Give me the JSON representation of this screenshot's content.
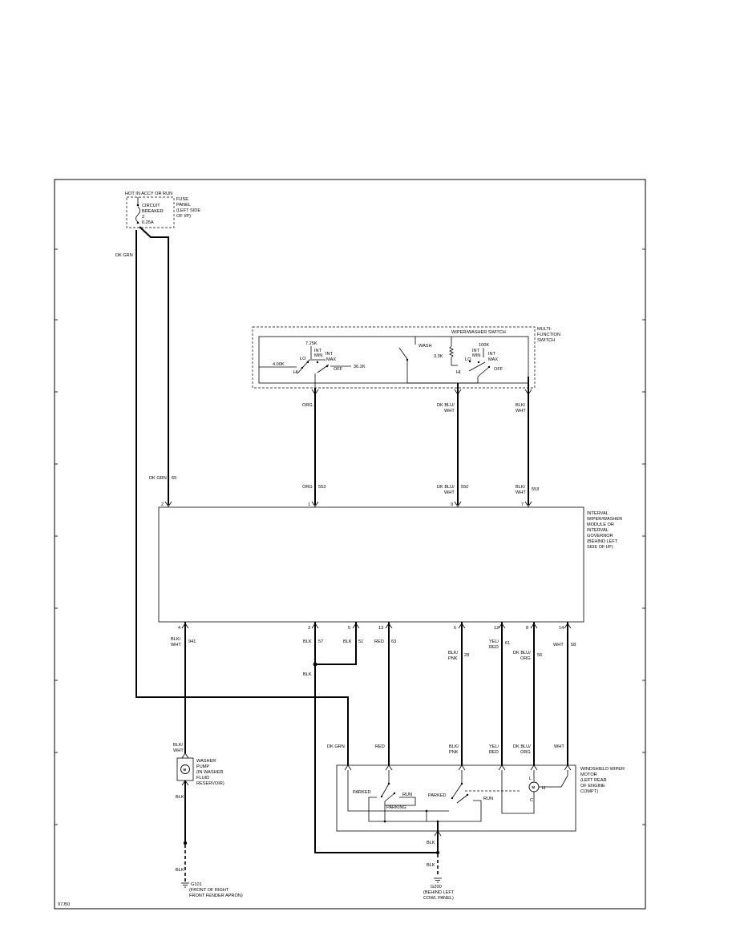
{
  "power": {
    "hot_label": "HOT IN ACCY OR RUN",
    "breaker": [
      "CIRCUIT",
      "BREAKER",
      "2",
      "6.25A"
    ],
    "fuse_panel": [
      "FUSE",
      "PANEL",
      "(LEFT SIDE",
      "OF I/P)"
    ]
  },
  "wires": {
    "dk_grn": "DK GRN",
    "dk_grn_circuit": "65",
    "org": "ORG",
    "org_circuit": "553",
    "dkblu_wht": [
      "DK BLU/",
      "WHT"
    ],
    "dkblu_wht_circuit": "550",
    "blk_wht": [
      "BLK/",
      "WHT"
    ],
    "blk_wht_circuit": "553",
    "washer_feed": [
      "BLK/",
      "WHT"
    ],
    "washer_feed_circuit": "941",
    "blk": "BLK",
    "blk_circuit_a": "57",
    "blk_circuit_b": "51",
    "red": "RED",
    "red_circuit": "63",
    "blk_pnk": [
      "BLK/",
      "PNK"
    ],
    "blk_pnk_circuit": "28",
    "yel_red": [
      "YEL/",
      "RED"
    ],
    "yel_red_circuit": "61",
    "dkblu_org": [
      "DK BLU/",
      "ORG"
    ],
    "dkblu_org_circuit": "56",
    "wht": "WHT",
    "wht_circuit": "58",
    "washer_in": [
      "BLK/",
      "WHT"
    ]
  },
  "switch": {
    "title": "WIPER/WASHER SWITCH",
    "multi": [
      "MULTI-",
      "FUNCTION",
      "SWITCH"
    ],
    "r_725": "7.25K",
    "r_400": "4.00K",
    "r_362": "36.2K",
    "r_33": "3.3K",
    "r_100": "100K",
    "lo": "LO",
    "hi": "HI",
    "int": "INT",
    "min": "MIN",
    "max": "MAX",
    "off": "OFF",
    "wash": "WASH"
  },
  "module": {
    "label": [
      "INTERVAL",
      "WIPER/WASHER",
      "MODULE OR",
      "INTERVAL",
      "GOVERNOR",
      "(BEHIND LEFT",
      "SIDE OF I/P)"
    ],
    "pins_top": [
      "2",
      "1",
      "9",
      "7"
    ],
    "pins_bottom": [
      "4",
      "3",
      "5",
      "13",
      "6",
      "12",
      "8",
      "14"
    ]
  },
  "pump": {
    "label": [
      "WASHER",
      "PUMP",
      "(IN WASHER",
      "FLUID",
      "RESERVOIR)"
    ],
    "m": "M"
  },
  "motor": {
    "label": [
      "WINDSHIELD WIPER",
      "MOTOR",
      "(LEFT REAR",
      "OF ENGINE",
      "COMPT)"
    ],
    "parked": "PARKED",
    "run": "RUN",
    "parking": "PARKING",
    "l": "L",
    "h": "H",
    "c": "C",
    "m": "M"
  },
  "grounds": {
    "g101": [
      "G101",
      "(FRONT OF RIGHT",
      "FRONT FENDER APRON)"
    ],
    "g200": [
      "G200",
      "(BEHIND LEFT",
      "COWL PANEL)"
    ]
  },
  "figure_id": "97J50"
}
